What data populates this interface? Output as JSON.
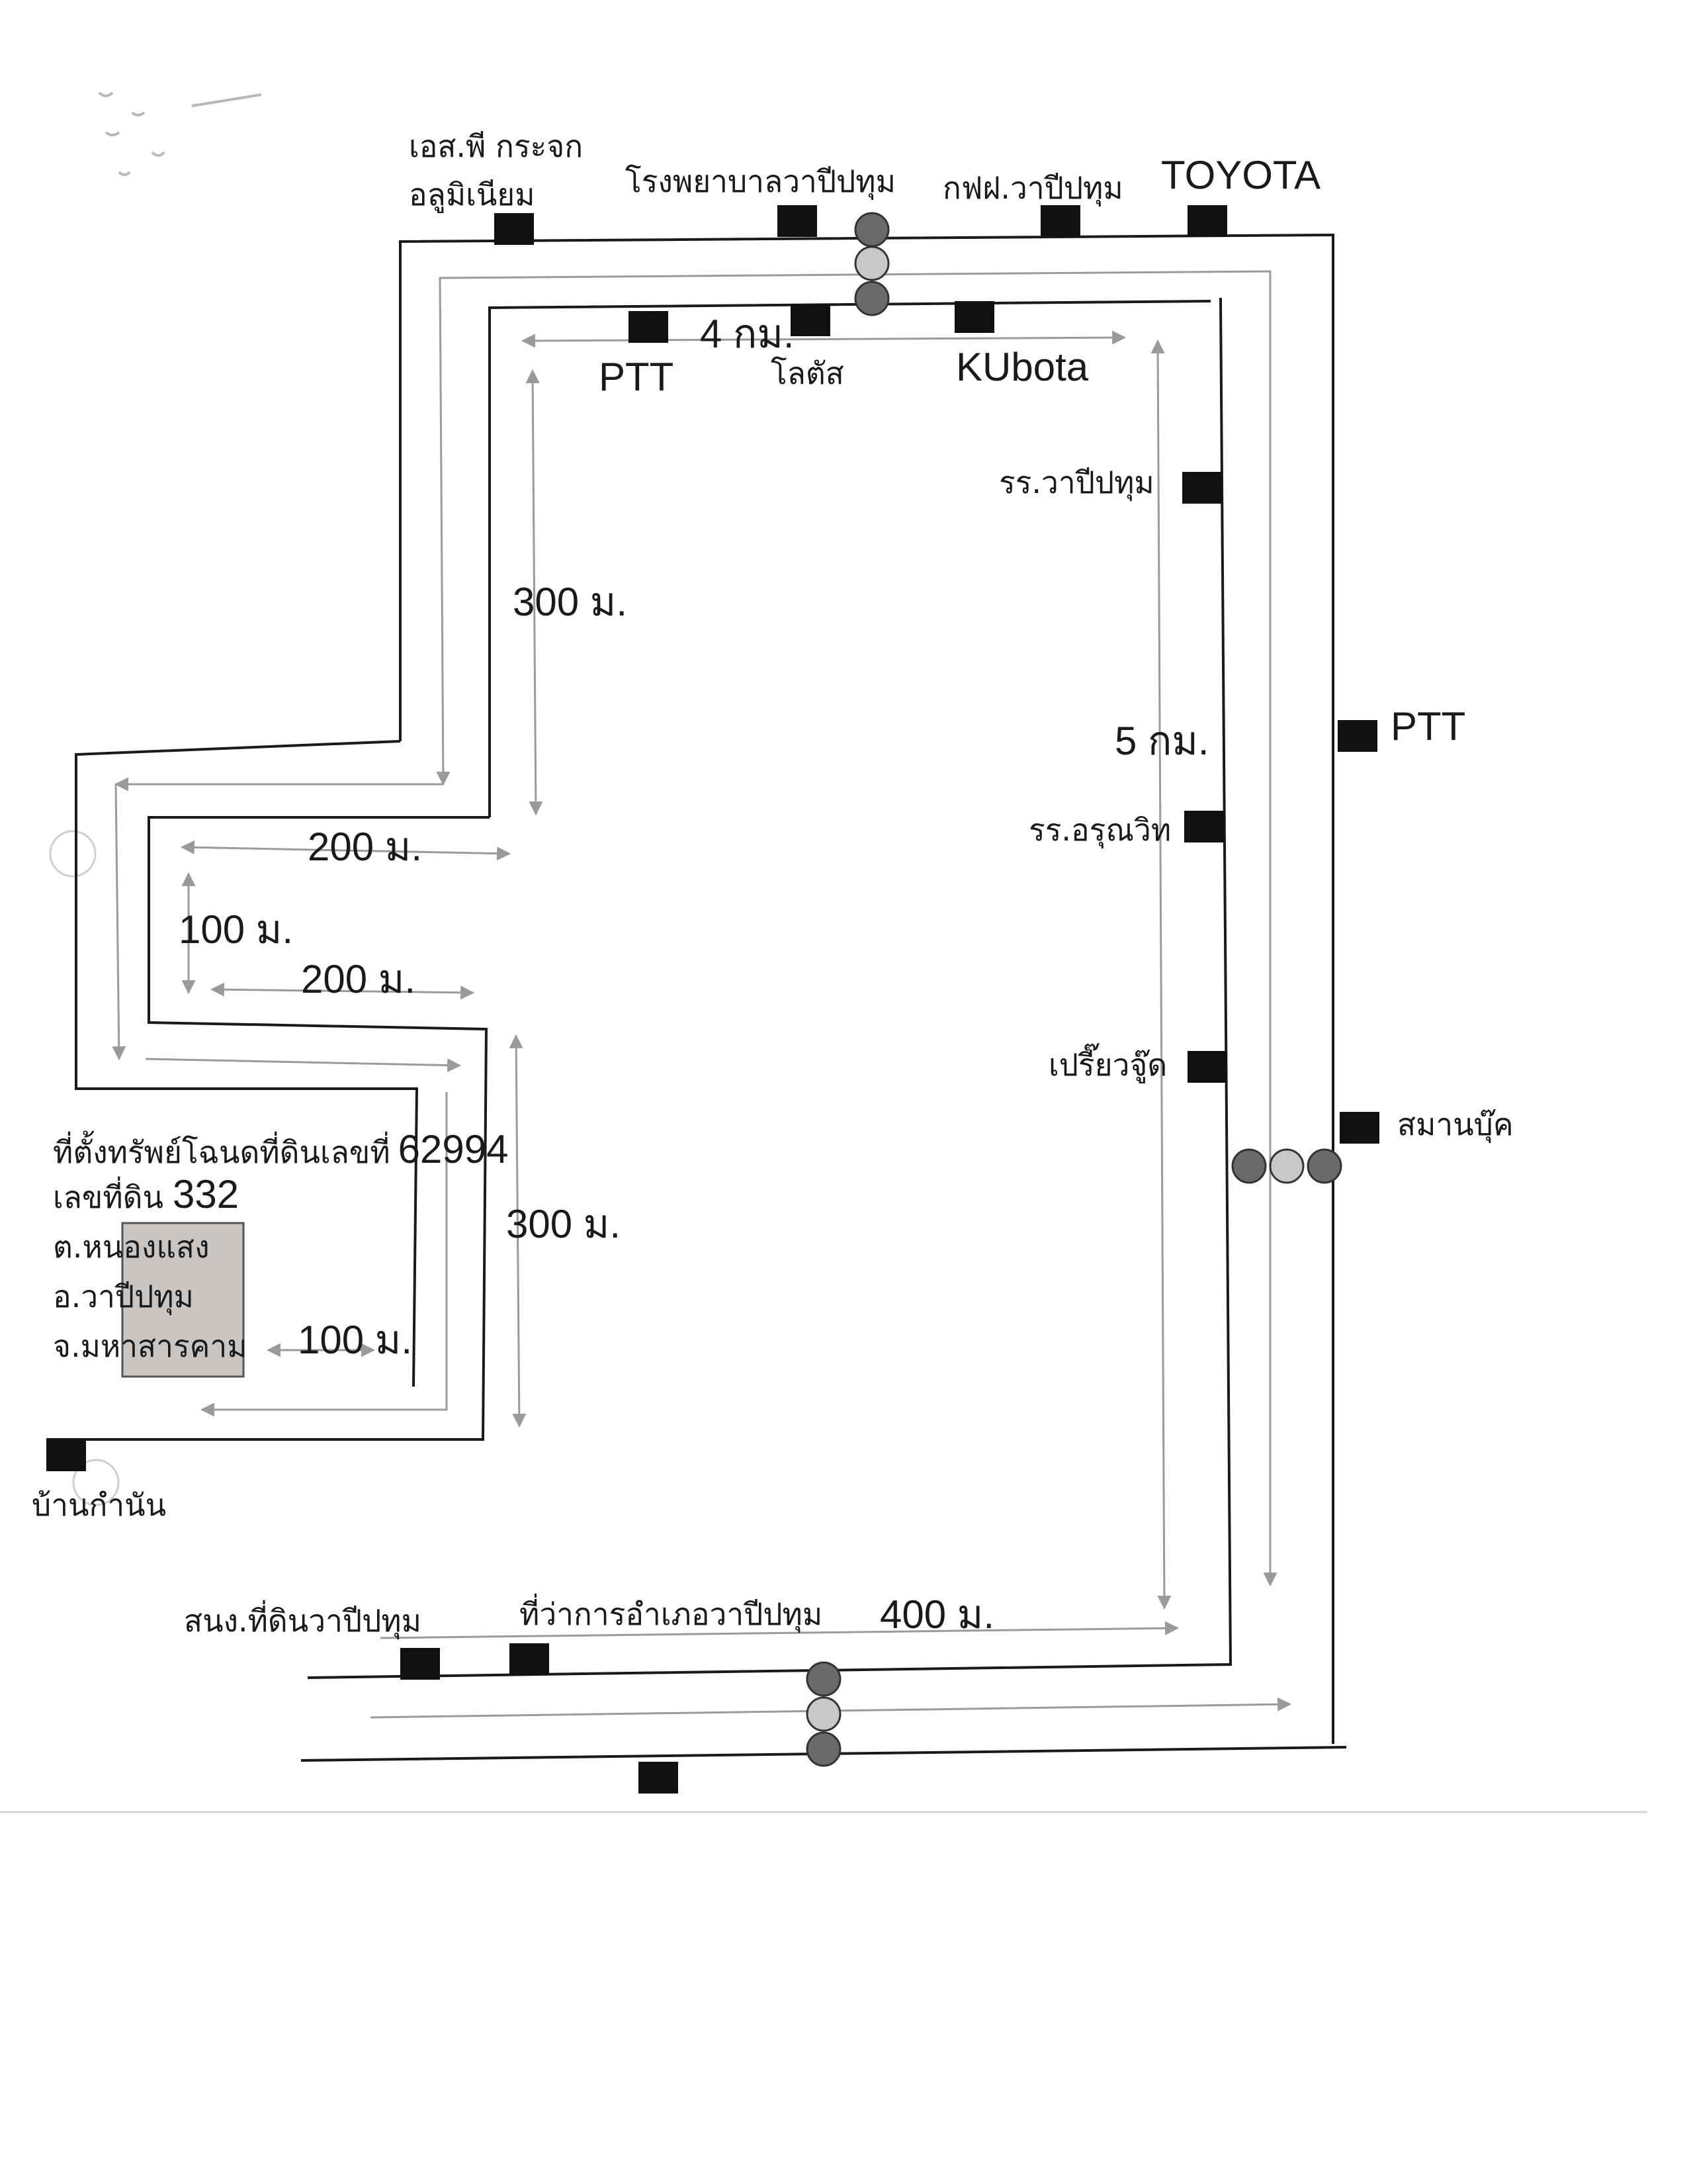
{
  "landmarks": {
    "sp_glass_line1": "เอส.พี กระจก",
    "sp_glass_line2": "อลูมิเนียม",
    "hospital": "โรงพยาบาลวาปีปทุม",
    "pea": "กฟฝ.วาปีปทุม",
    "toyota": "TOYOTA",
    "ptt_top": "PTT",
    "lotus": "โลตัส",
    "kubota": "KUbota",
    "school_wapi": "รร.วาปีปทุม",
    "ptt_right": "PTT",
    "school_arun": "รร.อรุณวิท",
    "preawjoo": "เปรี๊ยวจู๊ด",
    "snooker": "สมานบุ๊ค",
    "ban_kanan": "บ้านกำนัน",
    "land_office": "สนง.ที่ดินวาปีปทุม",
    "district_office": "ที่ว่าการอำเภอวาปีปทุม"
  },
  "distances": {
    "d_4km": "4 กม.",
    "d_300m_top": "300 ม.",
    "d_5km": "5 กม.",
    "d_200m_a": "200 ม.",
    "d_100m_left": "100 ม.",
    "d_200m_b": "200 ม.",
    "d_300m_bottom": "300 ม.",
    "d_100m_plot": "100 ม.",
    "d_400m": "400 ม."
  },
  "property": {
    "line1_prefix": "ที่ตั้งทรัพย์โฉนดที่ดินเลขที่",
    "deed_no": "62994",
    "line2_prefix": "เลขที่ดิน",
    "land_no": "332",
    "tambon": "ต.หนองแสง",
    "amphoe": "อ.วาปีปทุม",
    "province": "จ.มหาสารคาม"
  },
  "colors": {
    "road": "#1a1a1a",
    "arrow": "#9a9a9a",
    "landmark_marker": "#111111",
    "plot_fill": "#c9c5c3",
    "signal_dark": "#6a6a6a",
    "signal_light": "#c8c8c8"
  }
}
